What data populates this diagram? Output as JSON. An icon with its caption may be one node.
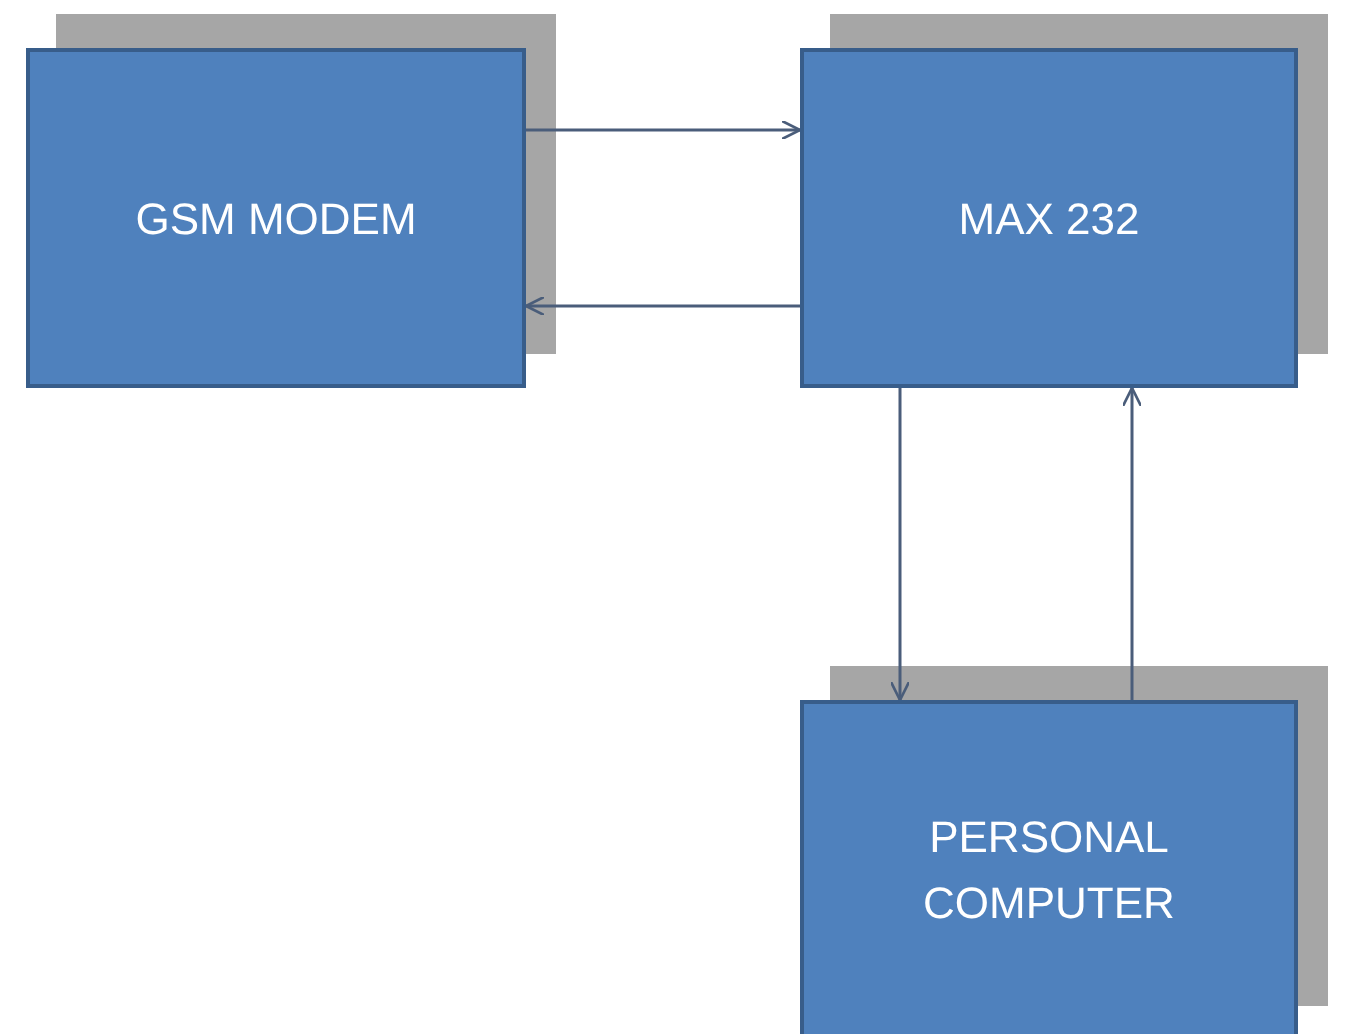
{
  "diagram": {
    "nodes": [
      {
        "text": [
          "GSM MODEM"
        ]
      },
      {
        "text": [
          "MAX 232"
        ]
      },
      {
        "text": [
          "PERSONAL COMPUTER"
        ]
      }
    ],
    "edges": [
      {
        "from": 0,
        "to": 1,
        "arrow": "to"
      },
      {
        "from": 1,
        "to": 0,
        "arrow": "to"
      },
      {
        "from": 1,
        "to": 2,
        "arrow": "to"
      },
      {
        "from": 2,
        "to": 1,
        "arrow": "to"
      }
    ]
  }
}
